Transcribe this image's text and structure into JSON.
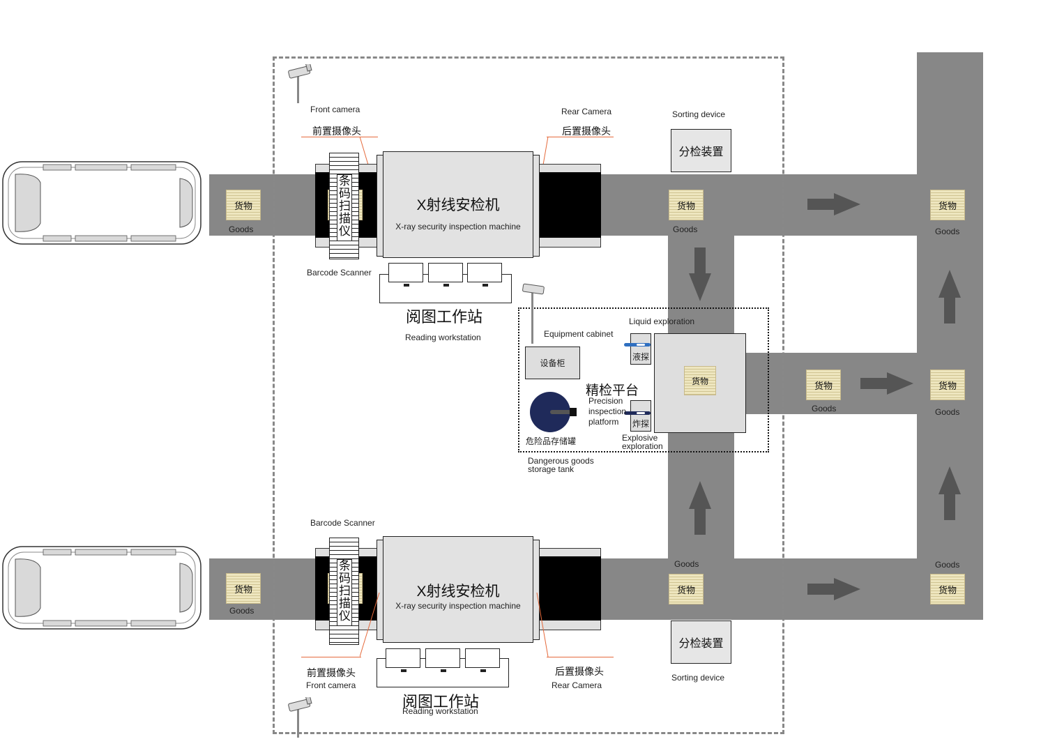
{
  "goods": {
    "cn": "货物",
    "en": "Goods"
  },
  "xray": {
    "cn": "X射线安检机",
    "en": "X-ray security inspection machine"
  },
  "barcode": {
    "cn": "条码扫描仪",
    "en": "Barcode Scanner"
  },
  "front_camera": {
    "cn": "前置摄像头",
    "en": "Front camera"
  },
  "rear_camera": {
    "cn": "后置摄像头",
    "en": "Rear Camera"
  },
  "sorting": {
    "cn": "分检装置",
    "en": "Sorting device"
  },
  "workstation": {
    "cn": "阅图工作站",
    "en": "Reading workstation"
  },
  "equipment_cabinet": {
    "cn": "设备柜",
    "en": "Equipment cabinet"
  },
  "liquid": {
    "cn": "液探",
    "en": "Liquid exploration"
  },
  "explosive": {
    "cn": "炸探",
    "en_1": "Explosive",
    "en_2": "exploration"
  },
  "platform": {
    "cn": "精检平台",
    "en_1": "Precision",
    "en_2": "inspection",
    "en_3": "platform"
  },
  "tank": {
    "cn": "危险品存储罐",
    "en_1": "Dangerous goods",
    "en_2": "storage tank"
  },
  "colors": {
    "road": "#878787",
    "arrow": "#555555",
    "leader": "#e56a3c",
    "tank": "#1f2a5a",
    "goods": "#eee6bf"
  }
}
